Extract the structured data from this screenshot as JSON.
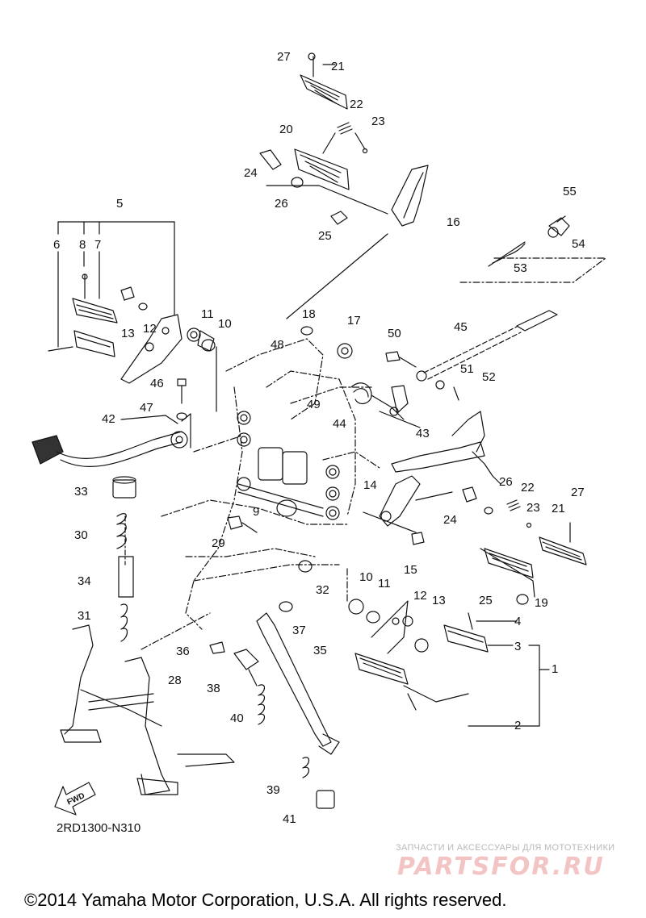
{
  "diagram": {
    "code": "2RD1300-N310",
    "fwd_label": "FWD",
    "copyright": "©2014 Yamaha Motor Corporation, U.S.A. All rights reserved.",
    "watermark_caption": "ЗАПЧАСТИ И АКСЕССУАРЫ ДЛЯ МОТОТЕХНИКИ",
    "watermark_logo": "PARTSFOR.RU"
  },
  "callouts": [
    {
      "id": "c27a",
      "label": "27"
    },
    {
      "id": "c21a",
      "label": "21"
    },
    {
      "id": "c22a",
      "label": "22"
    },
    {
      "id": "c23a",
      "label": "23"
    },
    {
      "id": "c20",
      "label": "20"
    },
    {
      "id": "c24a",
      "label": "24"
    },
    {
      "id": "c26a",
      "label": "26"
    },
    {
      "id": "c25a",
      "label": "25"
    },
    {
      "id": "c16",
      "label": "16"
    },
    {
      "id": "c55",
      "label": "55"
    },
    {
      "id": "c54",
      "label": "54"
    },
    {
      "id": "c53",
      "label": "53"
    },
    {
      "id": "c5",
      "label": "5"
    },
    {
      "id": "c6",
      "label": "6"
    },
    {
      "id": "c8",
      "label": "8"
    },
    {
      "id": "c7",
      "label": "7"
    },
    {
      "id": "c13a",
      "label": "13"
    },
    {
      "id": "c12a",
      "label": "12"
    },
    {
      "id": "c11a",
      "label": "11"
    },
    {
      "id": "c10a",
      "label": "10"
    },
    {
      "id": "c18",
      "label": "18"
    },
    {
      "id": "c17",
      "label": "17"
    },
    {
      "id": "c48",
      "label": "48"
    },
    {
      "id": "c50",
      "label": "50"
    },
    {
      "id": "c45",
      "label": "45"
    },
    {
      "id": "c51",
      "label": "51"
    },
    {
      "id": "c52",
      "label": "52"
    },
    {
      "id": "c46",
      "label": "46"
    },
    {
      "id": "c47",
      "label": "47"
    },
    {
      "id": "c49",
      "label": "49"
    },
    {
      "id": "c44",
      "label": "44"
    },
    {
      "id": "c43",
      "label": "43"
    },
    {
      "id": "c42",
      "label": "42"
    },
    {
      "id": "c33",
      "label": "33"
    },
    {
      "id": "c9",
      "label": "9"
    },
    {
      "id": "c14",
      "label": "14"
    },
    {
      "id": "c26b",
      "label": "26"
    },
    {
      "id": "c22b",
      "label": "22"
    },
    {
      "id": "c27b",
      "label": "27"
    },
    {
      "id": "c24b",
      "label": "24"
    },
    {
      "id": "c23b",
      "label": "23"
    },
    {
      "id": "c21b",
      "label": "21"
    },
    {
      "id": "c30",
      "label": "30"
    },
    {
      "id": "c29",
      "label": "29"
    },
    {
      "id": "c15",
      "label": "15"
    },
    {
      "id": "c34",
      "label": "34"
    },
    {
      "id": "c32",
      "label": "32"
    },
    {
      "id": "c25b",
      "label": "25"
    },
    {
      "id": "c19",
      "label": "19"
    },
    {
      "id": "c10b",
      "label": "10"
    },
    {
      "id": "c11b",
      "label": "11"
    },
    {
      "id": "c12b",
      "label": "12"
    },
    {
      "id": "c13b",
      "label": "13"
    },
    {
      "id": "c4",
      "label": "4"
    },
    {
      "id": "c31",
      "label": "31"
    },
    {
      "id": "c37",
      "label": "37"
    },
    {
      "id": "c3",
      "label": "3"
    },
    {
      "id": "c36",
      "label": "36"
    },
    {
      "id": "c35",
      "label": "35"
    },
    {
      "id": "c1",
      "label": "1"
    },
    {
      "id": "c28",
      "label": "28"
    },
    {
      "id": "c38",
      "label": "38"
    },
    {
      "id": "c40",
      "label": "40"
    },
    {
      "id": "c2",
      "label": "2"
    },
    {
      "id": "c39",
      "label": "39"
    },
    {
      "id": "c41",
      "label": "41"
    }
  ]
}
